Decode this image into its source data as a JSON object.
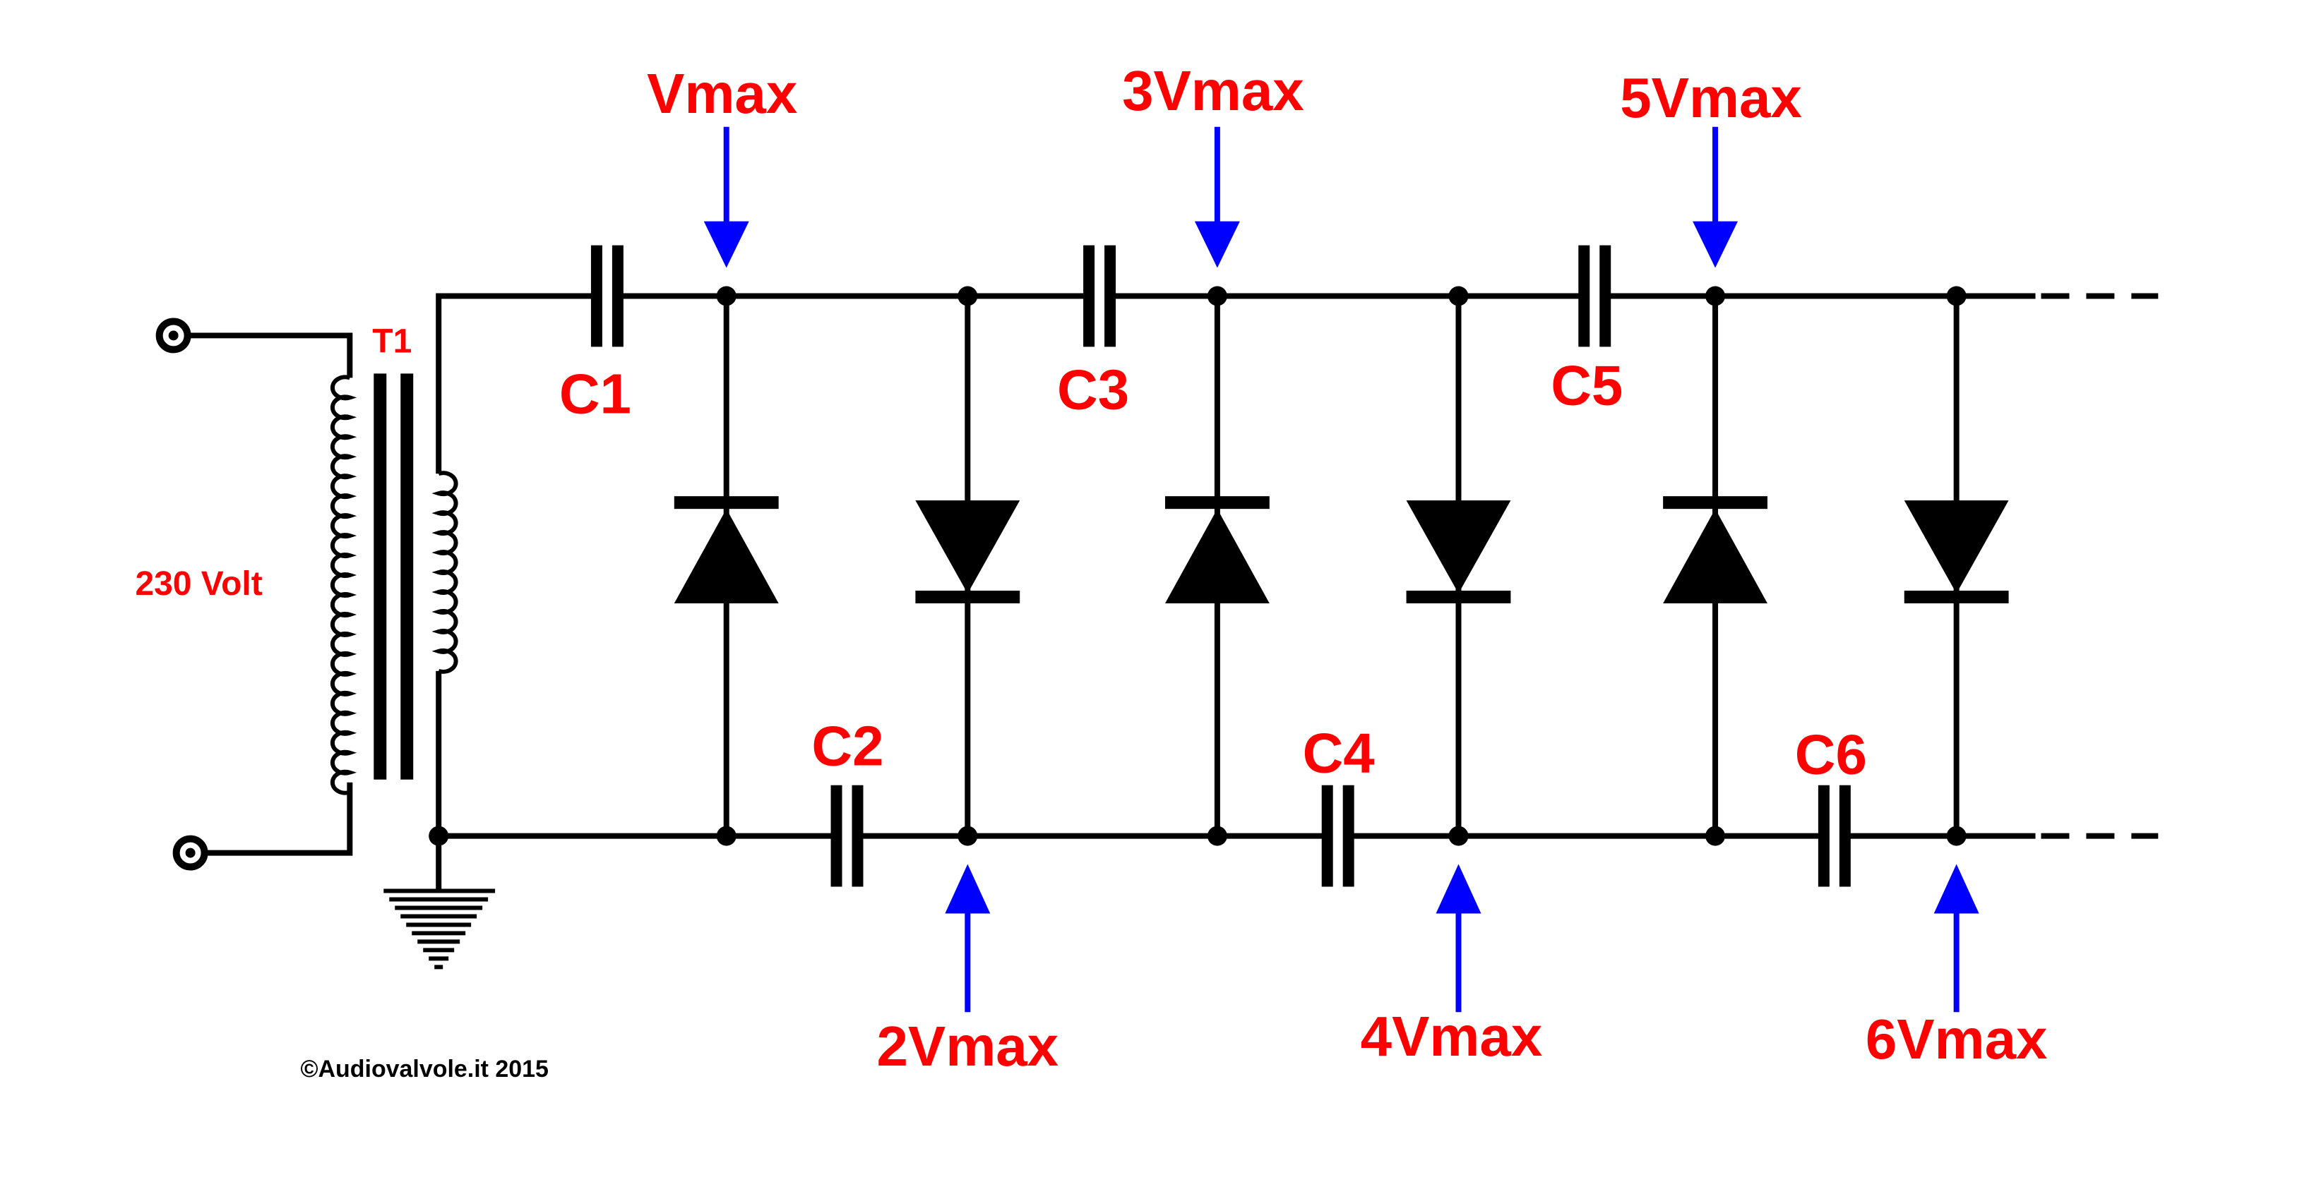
{
  "colors": {
    "wire": "#000000",
    "label": "#ff0000",
    "arrow": "#0000ff",
    "background": "#ffffff"
  },
  "transformer": {
    "label": "T1",
    "input_label": "230 Volt"
  },
  "capacitors": [
    "C1",
    "C2",
    "C3",
    "C4",
    "C5",
    "C6"
  ],
  "voltages": {
    "top": [
      "Vmax",
      "3Vmax",
      "5Vmax"
    ],
    "bottom": [
      "2Vmax",
      "4Vmax",
      "6Vmax"
    ]
  },
  "copyright": "©Audiovalvole.it 2015",
  "icons": {
    "terminal": "terminal-circle-icon",
    "ground": "ground-icon",
    "diode": "diode-icon",
    "capacitor": "capacitor-icon",
    "arrow": "arrow-icon"
  }
}
